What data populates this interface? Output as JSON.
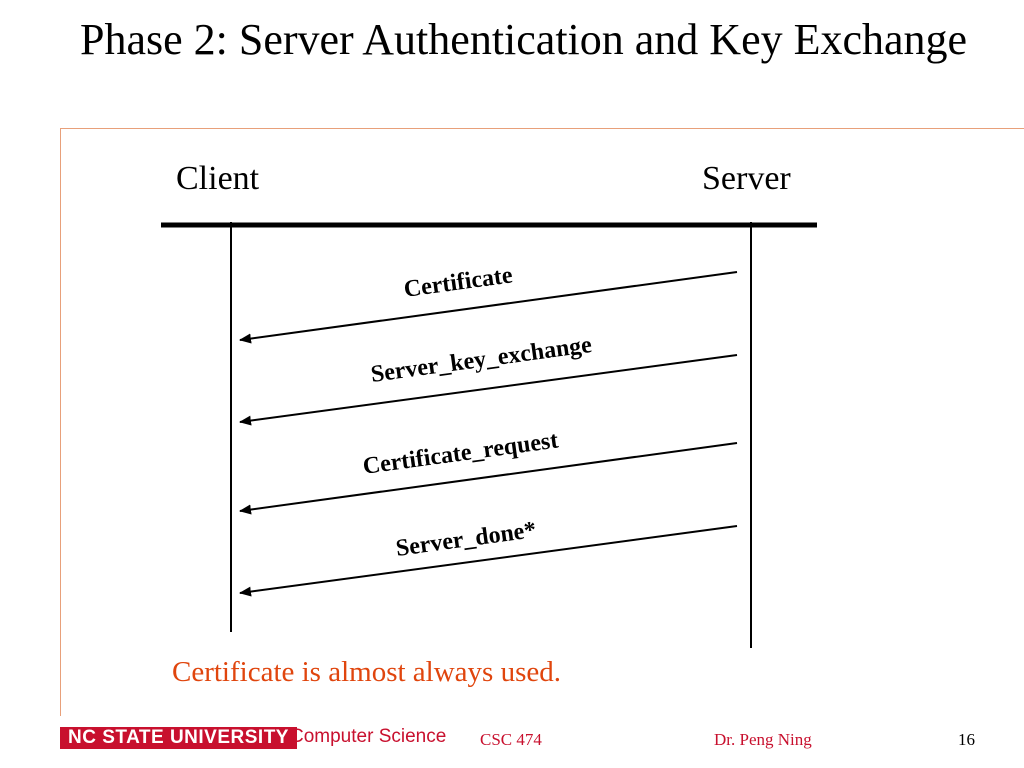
{
  "slide": {
    "title": "Phase 2: Server Authentication and Key Exchange"
  },
  "diagram": {
    "parties": {
      "client": "Client",
      "server": "Server"
    },
    "messages": [
      {
        "label": "Certificate",
        "from": "Server",
        "to": "Client"
      },
      {
        "label": "Server_key_exchange",
        "from": "Server",
        "to": "Client"
      },
      {
        "label": "Certificate_request",
        "from": "Server",
        "to": "Client"
      },
      {
        "label": "Server_done*",
        "from": "Server",
        "to": "Client"
      }
    ],
    "note": "Certificate is almost always used."
  },
  "footer": {
    "logo_text": "NC STATE UNIVERSITY",
    "department": "Computer Science",
    "course": "CSC 474",
    "author": "Dr. Peng Ning",
    "page_number": "16"
  },
  "colors": {
    "accent": "#e0450d",
    "rule": "#e8a07a",
    "brand_red": "#c8102e"
  }
}
